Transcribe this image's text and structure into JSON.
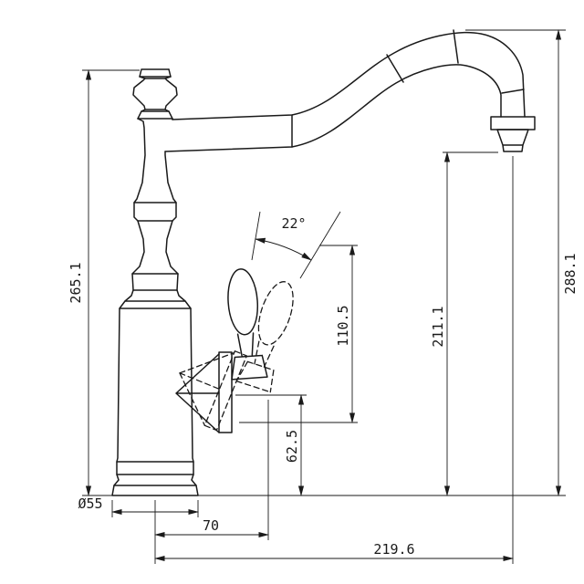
{
  "colors": {
    "line": "#1a1a1a",
    "background": "#ffffff"
  },
  "drawing": {
    "dimensions": {
      "overall_height_left": "265.1",
      "overall_height_right": "288.1",
      "spout_outlet_height": "211.1",
      "handle_height": "110.5",
      "handle_pivot_height": "62.5",
      "handle_swing_angle": "22°",
      "base_diameter": "Ø55",
      "handle_offset": "70",
      "spout_reach": "219.6"
    }
  }
}
